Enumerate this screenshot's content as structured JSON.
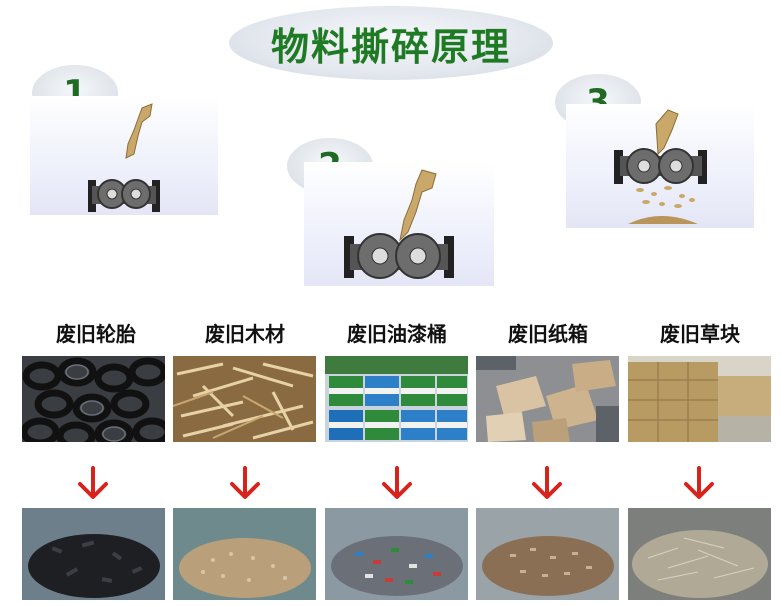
{
  "title": "物料撕碎原理",
  "steps": [
    {
      "number": "1"
    },
    {
      "number": "2"
    },
    {
      "number": "3"
    }
  ],
  "materials": [
    {
      "label": "废旧轮胎"
    },
    {
      "label": "废旧木材"
    },
    {
      "label": "废旧油漆桶"
    },
    {
      "label": "废旧纸箱"
    },
    {
      "label": "废旧草块"
    }
  ],
  "colors": {
    "title_green": "#1f7a24",
    "arrow_red": "#d8231c",
    "material_tan": "#c9a869"
  },
  "arrow_icon": "arrow-down-icon"
}
